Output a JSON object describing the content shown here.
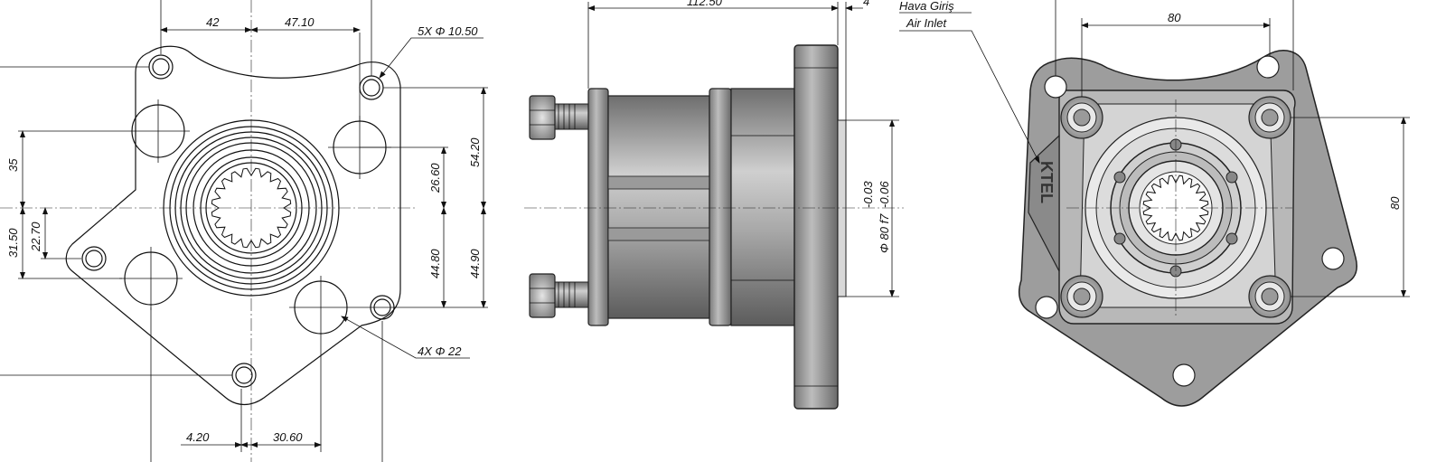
{
  "front_view": {
    "dims": {
      "d42": "42",
      "d4710": "47.10",
      "holes5": "5X Φ 10.50",
      "d35": "35",
      "d3150": "31.50",
      "d2270": "22.70",
      "d2660": "26.60",
      "d5420": "54.20",
      "d4480": "44.80",
      "d4490": "44.90",
      "holes4": "4X Φ 22",
      "d420": "4.20",
      "d3060": "30.60"
    }
  },
  "side_view": {
    "dims": {
      "length": "112.50",
      "lip": "4",
      "tol_upper": "-0.03",
      "tol_lower": "-0.06",
      "fit": "Φ 80 f7"
    }
  },
  "iso_view": {
    "dims": {
      "width": "80",
      "height": "80"
    },
    "inlet_tr": "Hava Giriş",
    "inlet_en": "Air Inlet",
    "logo_text": "KTEL"
  }
}
